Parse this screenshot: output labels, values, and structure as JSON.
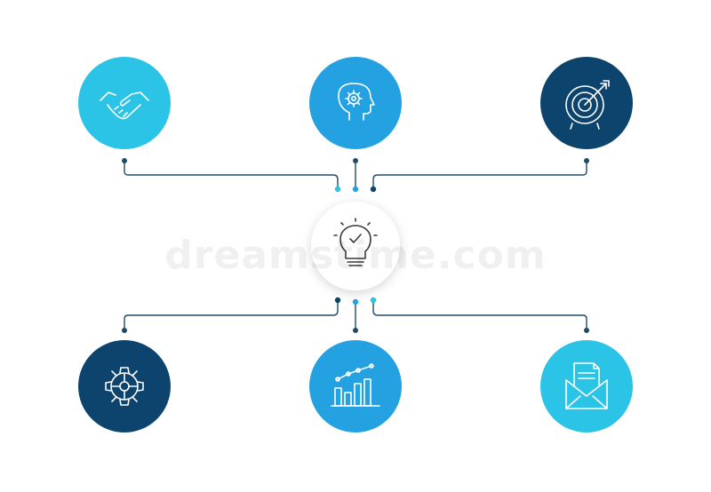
{
  "colors": {
    "light_cyan": "#2bc3e6",
    "sky_blue": "#23a1e0",
    "navy": "#0c446d",
    "connector": "#1f4b68",
    "hub_fill": "#ffffff",
    "hub_icon": "#3a3a3a",
    "icon_stroke": "#ffffff"
  },
  "hub": {
    "icon": "lightbulb-check-icon"
  },
  "nodes": [
    {
      "id": "handshake",
      "icon": "handshake-icon",
      "color": "light_cyan"
    },
    {
      "id": "head-gear",
      "icon": "head-gear-icon",
      "color": "sky_blue"
    },
    {
      "id": "target",
      "icon": "target-icon",
      "color": "navy"
    },
    {
      "id": "gear",
      "icon": "gear-icon",
      "color": "navy"
    },
    {
      "id": "growth-chart",
      "icon": "growth-chart-icon",
      "color": "sky_blue"
    },
    {
      "id": "mail",
      "icon": "envelope-letter-icon",
      "color": "light_cyan"
    }
  ],
  "watermark": {
    "text": "dreamstime.com"
  }
}
